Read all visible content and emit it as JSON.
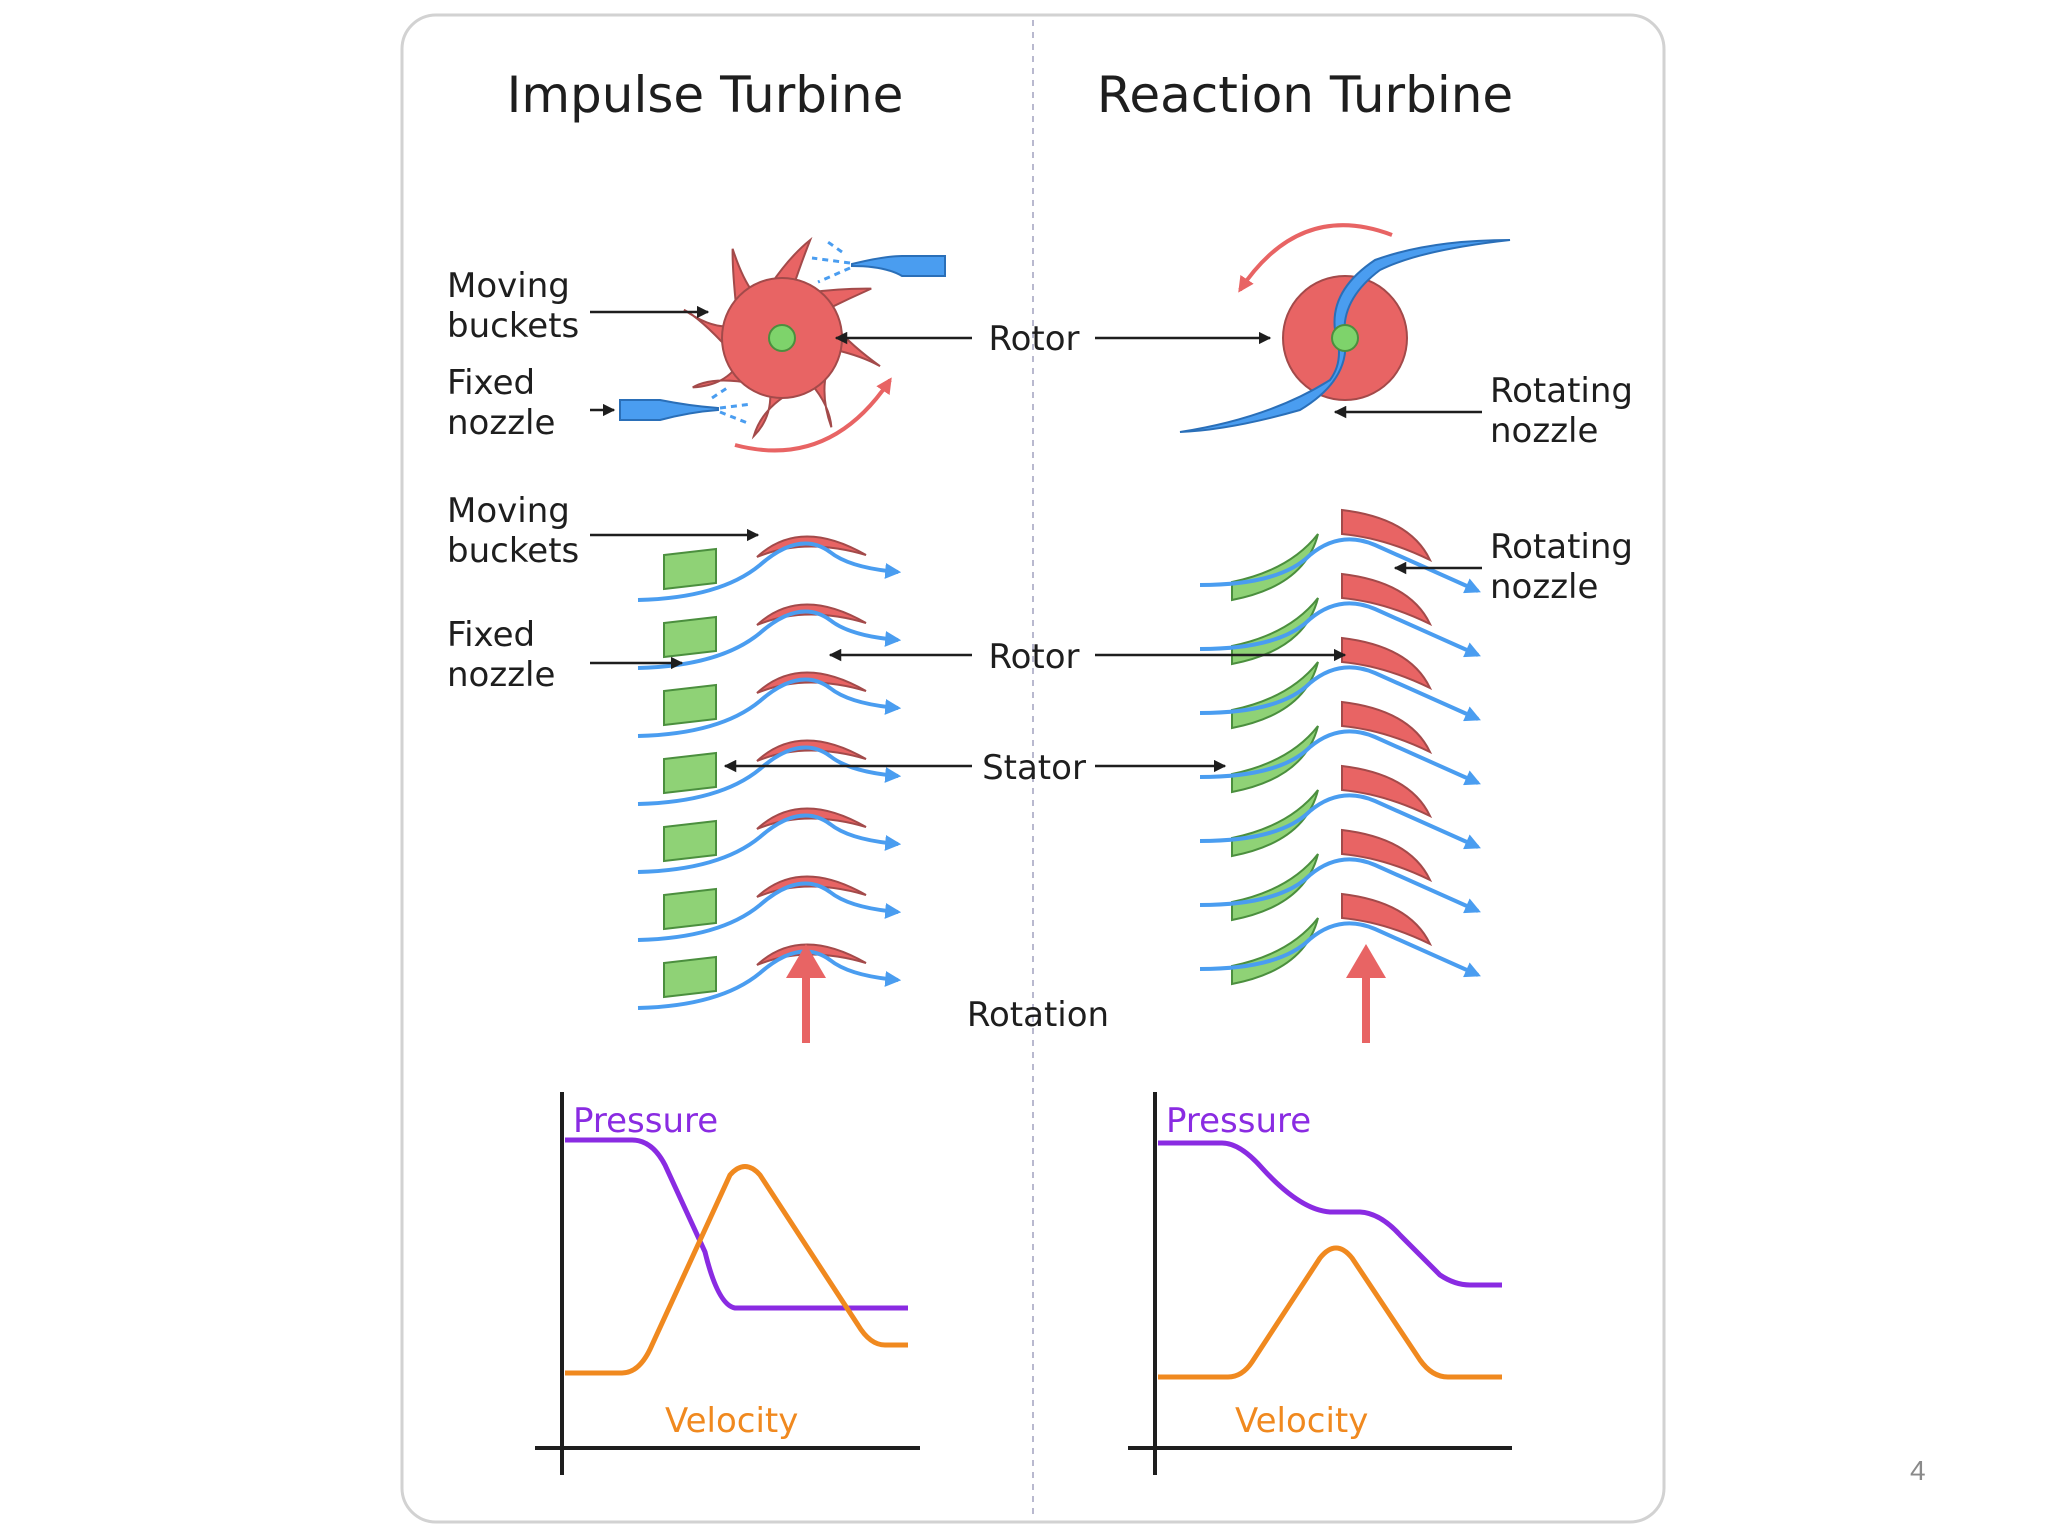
{
  "titles": {
    "impulse": "Impulse Turbine",
    "reaction": "Reaction Turbine"
  },
  "labels": {
    "moving_buckets_1": [
      "Moving",
      "buckets"
    ],
    "fixed_nozzle_1": [
      "Fixed",
      "nozzle"
    ],
    "moving_buckets_2": [
      "Moving",
      "buckets"
    ],
    "fixed_nozzle_2": [
      "Fixed",
      "nozzle"
    ],
    "rotor_top": "Rotor",
    "rotor_mid": "Rotor",
    "stator": "Stator",
    "rotation": "Rotation",
    "rotating_nozzle_1": [
      "Rotating",
      "nozzle"
    ],
    "rotating_nozzle_2": [
      "Rotating",
      "nozzle"
    ]
  },
  "graphs": {
    "impulse": {
      "pressure_label": "Pressure",
      "velocity_label": "Velocity"
    },
    "reaction": {
      "pressure_label": "Pressure",
      "velocity_label": "Velocity"
    }
  },
  "page_number": "4",
  "colors": {
    "rotor": "#e86464",
    "hub": "#7ed36b",
    "steam": "#4a9df0",
    "stator": "#8fd276",
    "pressure": "#8a2be2",
    "velocity": "#f0891f",
    "arrow": "#e86464",
    "axis": "#1e1e1e"
  }
}
